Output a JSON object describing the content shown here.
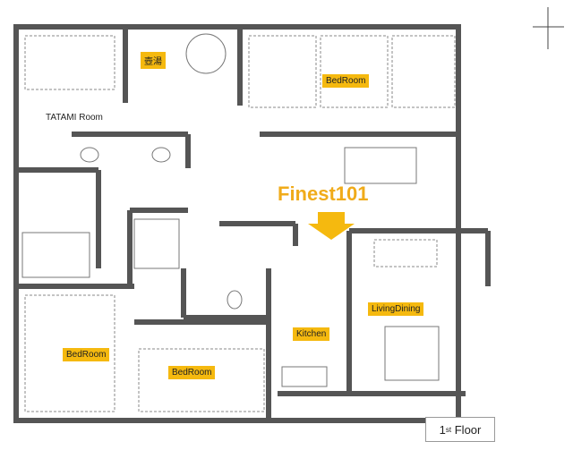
{
  "title": "Finest101",
  "floor_label": {
    "number": "1",
    "suffix": "st",
    "text": "Floor"
  },
  "rooms": [
    {
      "id": "tsuboyu",
      "label": "壺湯"
    },
    {
      "id": "bedroom-top",
      "label": "BedRoom"
    },
    {
      "id": "tatami",
      "label": "TATAMI Room"
    },
    {
      "id": "living",
      "label": "LivingDining"
    },
    {
      "id": "kitchen",
      "label": "Kitchen"
    },
    {
      "id": "bedroom-left",
      "label": "BedRoom"
    },
    {
      "id": "bedroom-bottom",
      "label": "BedRoom"
    }
  ],
  "colors": {
    "accent": "#f5b90f",
    "brand": "#f0ab1a",
    "wall": "#555555"
  }
}
